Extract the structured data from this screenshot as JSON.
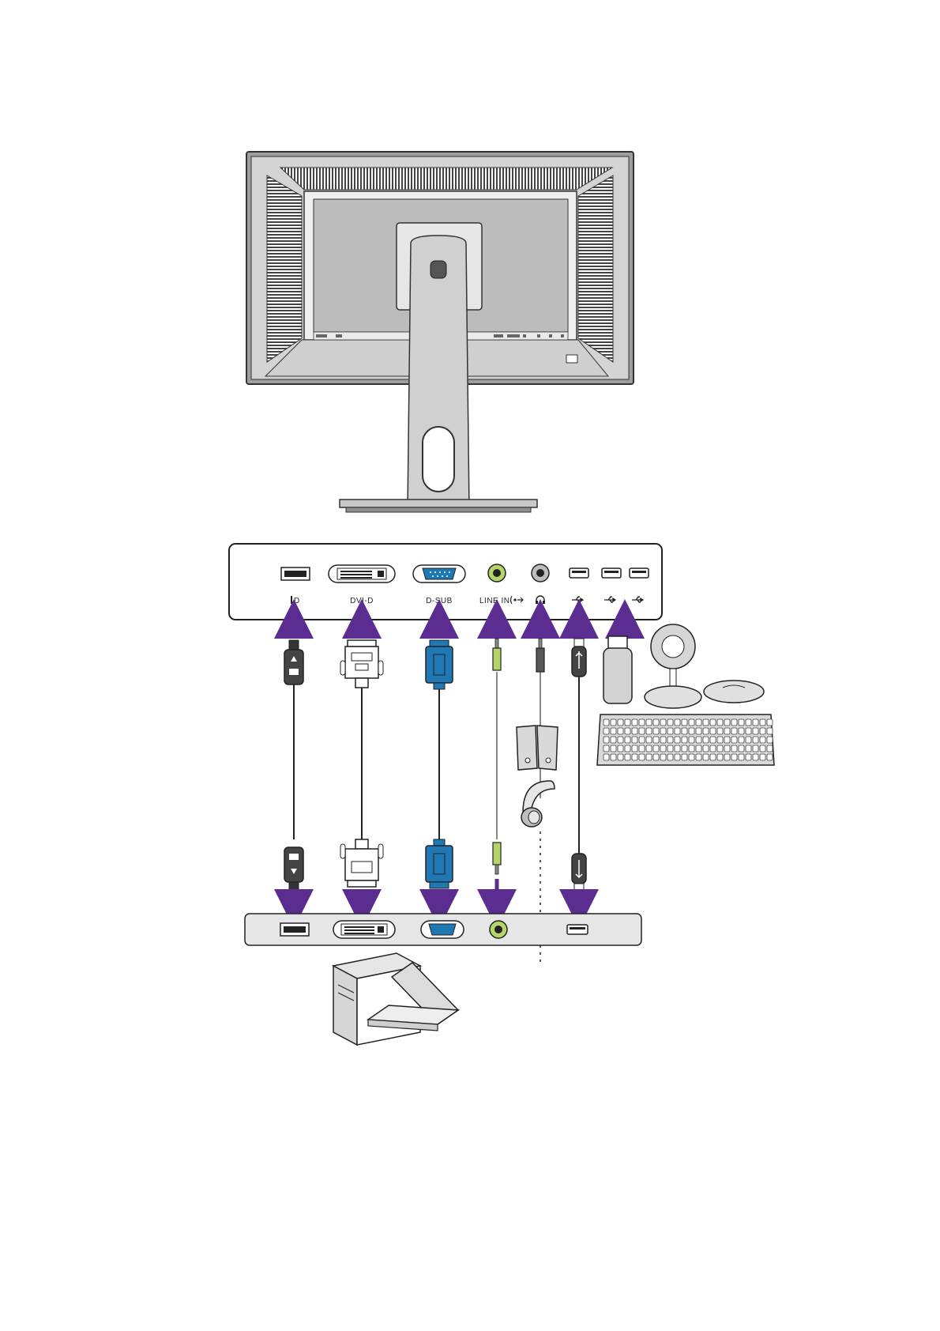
{
  "monitor": {
    "rear_io_labels": {
      "dp": "D",
      "dvi": "DVI-D",
      "dsub": "D-SUB",
      "line_in": "LINE IN"
    }
  },
  "colors": {
    "arrow": "#5b2d90",
    "dsub_blue": "#1f77b4",
    "audio_green": "#b5d56a",
    "panel_gray": "#e6e6e6",
    "outline": "#2b2b2b",
    "monitor_gray": "#d9d9d9",
    "bezel_dark": "#555555"
  },
  "icons": [
    "displayport-icon",
    "dvi-port-icon",
    "vga-port-icon",
    "audio-jack-icon",
    "headphone-icon",
    "usb-icon",
    "speakers-icon",
    "headphones-icon",
    "flash-drive-icon",
    "webcam-icon",
    "mouse-icon",
    "keyboard-icon",
    "desktop-pc-icon",
    "laptop-icon"
  ]
}
